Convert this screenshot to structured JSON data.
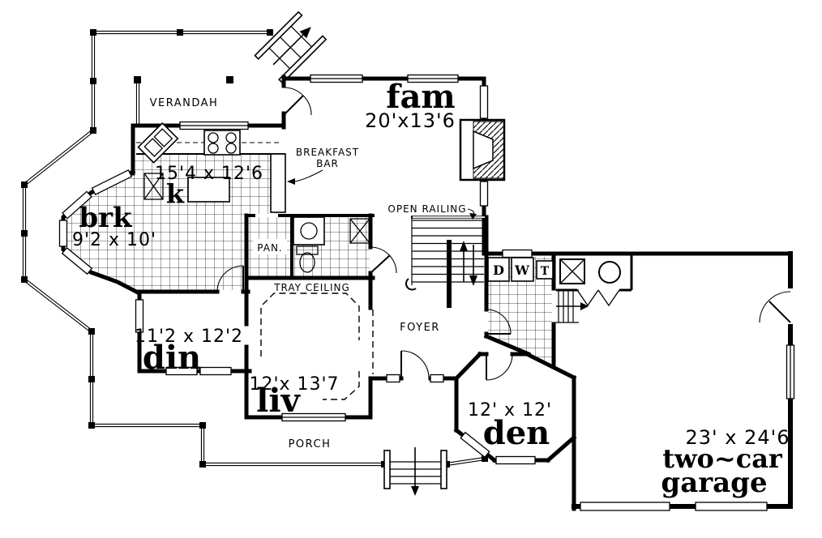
{
  "plan": {
    "rooms": {
      "verandah": {
        "label": "VERANDAH"
      },
      "family": {
        "label": "fam",
        "dims": "20'x13'6"
      },
      "kitchen": {
        "label": "k",
        "dims": "15'4 x 12'6"
      },
      "breakfast_nook": {
        "label": "brk",
        "dims": "9'2 x 10'"
      },
      "dining": {
        "label": "din",
        "dims": "11'2 x 12'2"
      },
      "living": {
        "label": "liv",
        "dims": "12'x 13'7"
      },
      "den": {
        "label": "den",
        "dims": "12' x 12'"
      },
      "garage": {
        "label_line1": "two~car",
        "label_line2": "garage",
        "dims": "23' x 24'6"
      },
      "foyer": {
        "label": "FOYER"
      },
      "porch": {
        "label": "PORCH"
      },
      "pantry": {
        "label": "PAN."
      }
    },
    "annotations": {
      "breakfast_bar_line1": "BREAKFAST",
      "breakfast_bar_line2": "BAR",
      "open_railing": "OPEN RAILING",
      "tray_ceiling": "TRAY CEILING"
    },
    "appliances": {
      "dryer": "D",
      "washer": "W",
      "tub": "T"
    },
    "colors": {
      "ink": "#000000",
      "paper": "#ffffff"
    }
  }
}
